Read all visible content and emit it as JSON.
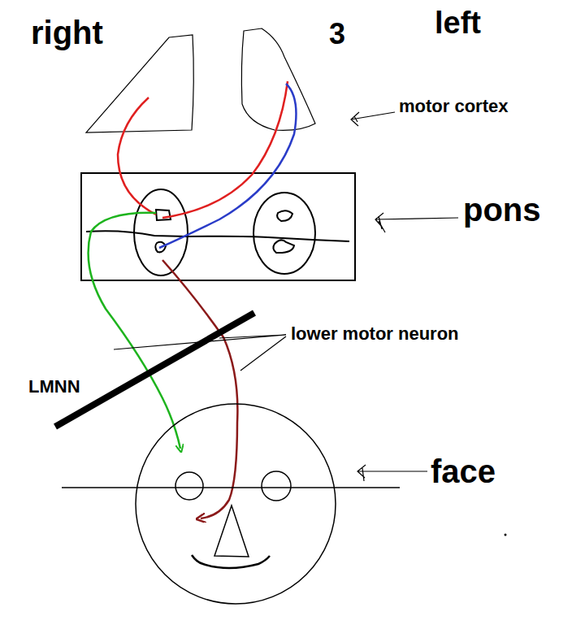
{
  "diagram": {
    "labels": [
      "right",
      "3",
      "left",
      "motor cortex",
      "pons",
      "lower motor neuron",
      "LMNN",
      "face"
    ]
  }
}
